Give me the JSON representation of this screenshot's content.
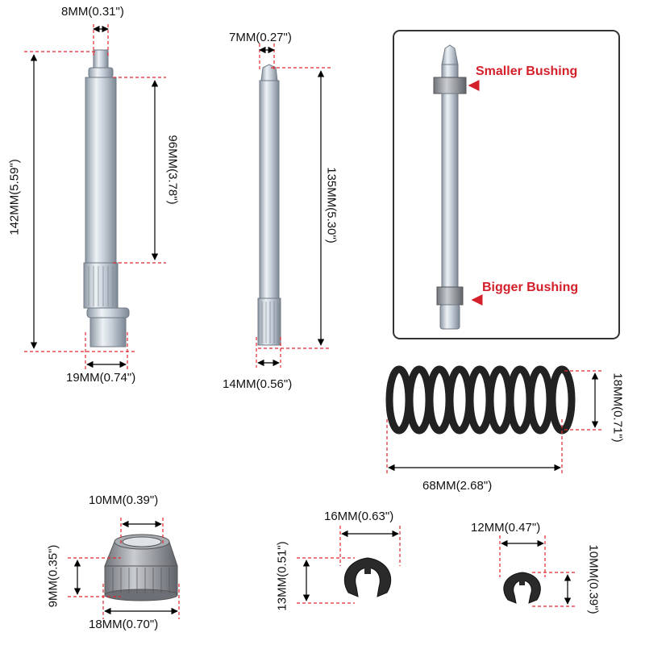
{
  "colors": {
    "dim_line": "#e0282e",
    "arrow": "#000000",
    "steel_light": "#dfe6ee",
    "steel_mid": "#a9b4c0",
    "steel_dark": "#6f7a86",
    "spring": "#222222",
    "inset_border": "#333333",
    "inset_label": "#d4202a"
  },
  "parts": {
    "long_pin": {
      "top_width": "8MM(0.31\")",
      "length": "142MM(5.59\")",
      "knurl_span": "96MM(3.78\")",
      "base_width": "19MM(0.74\")"
    },
    "short_pin": {
      "top_width": "7MM(0.27\")",
      "length": "135MM(5.30\")",
      "base_width": "14MM(0.56\")"
    },
    "inset": {
      "smaller": "Smaller Bushing",
      "bigger": "Bigger Bushing"
    },
    "spring": {
      "length": "68MM(2.68\")",
      "diameter": "18MM(0.71\")"
    },
    "bushing": {
      "inner": "10MM(0.39\")",
      "height": "9MM(0.35\")",
      "outer": "18MM(0.70\")"
    },
    "clip_large": {
      "width": "16MM(0.63\")",
      "height": "13MM(0.51\")"
    },
    "clip_small": {
      "width": "12MM(0.47\")",
      "height": "10MM(0.39\")"
    }
  }
}
